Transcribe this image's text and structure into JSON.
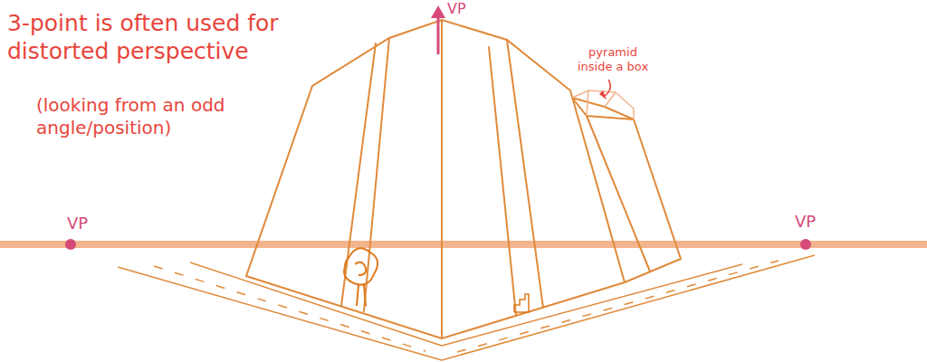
{
  "diagram": {
    "title": "3-point is often used for distorted perspective",
    "labels": [
      "(looking from an odd angle/position)",
      "VP",
      "VP",
      "VP",
      "pyramid inside a box"
    ]
  }
}
